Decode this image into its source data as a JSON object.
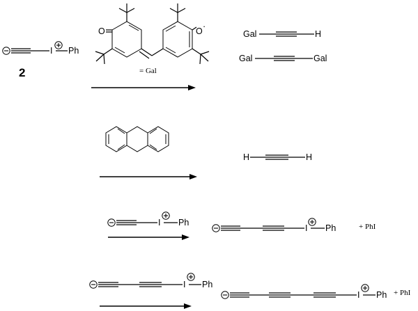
{
  "labels": {
    "carbon_anion": "⊖",
    "iodine": "I",
    "plus": "+",
    "phenyl": "Ph",
    "compound_number": "2",
    "ketone_o": "O",
    "phenoxyl_o": "O",
    "radical_dot": "·",
    "gal_def": "= Gal",
    "gal": "Gal",
    "hydrogen": "H",
    "byproduct": "+ PhI"
  }
}
